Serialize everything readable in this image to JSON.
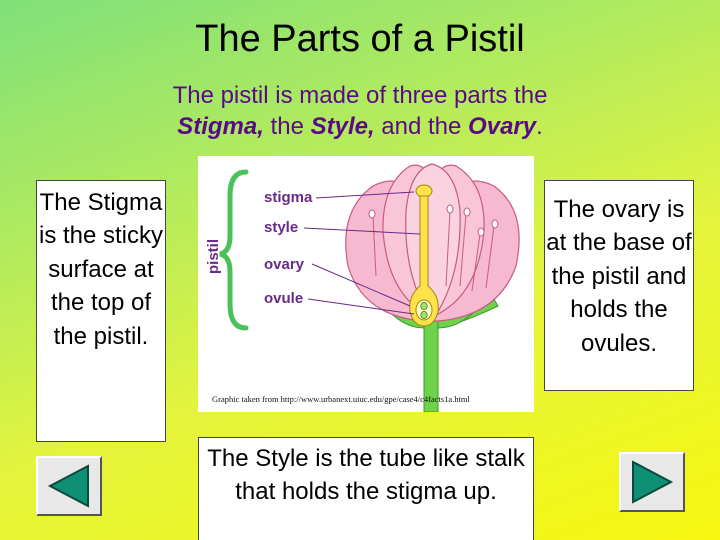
{
  "title": "The Parts of a Pistil",
  "subtitle": {
    "line1": "The pistil is made of three parts the",
    "stigma": "Stigma,",
    "the1": " the ",
    "style": "Style,",
    "and_the": " and the ",
    "ovary": "Ovary",
    "period": "."
  },
  "stigma_text": "The Stigma is the sticky surface at the top of the pistil.",
  "ovary_text": "The ovary is at the base of the pistil and holds the ovules.",
  "style_text": "The Style is the tube like stalk that holds the stigma up.",
  "diagram": {
    "labels": {
      "pistil": "pistil",
      "stigma": "stigma",
      "style": "style",
      "ovary": "ovary",
      "ovule": "ovule"
    },
    "credit": "Graphic taken from http://www.urbanext.uiuc.edu/gpe/case4/c4facts1a.html"
  },
  "colors": {
    "subtitle": "#5a0a86",
    "petal": "#f7b9cf",
    "stem": "#6ed34a",
    "pistil": "#ffe24a",
    "label": "#6a2a86",
    "nav_arrow": "#0f8f74"
  },
  "nav": {
    "previous_icon": "triangle-left-icon",
    "next_icon": "triangle-right-icon"
  }
}
